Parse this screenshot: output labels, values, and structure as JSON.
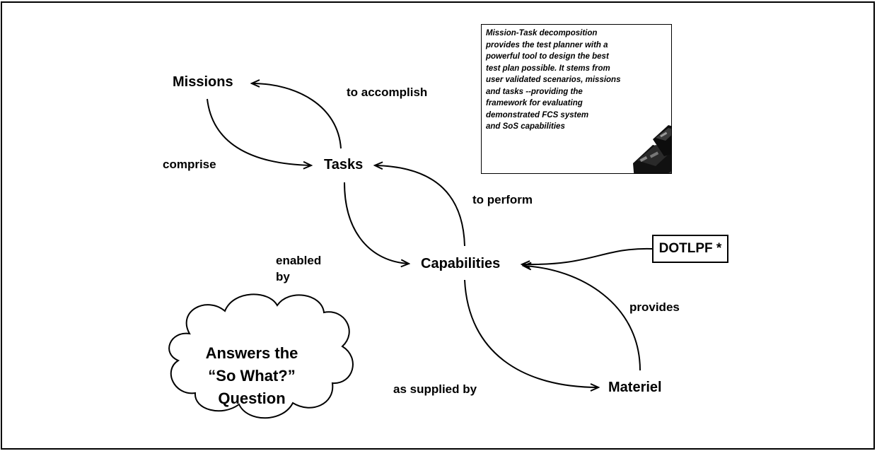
{
  "nodes": {
    "missions": "Missions",
    "tasks": "Tasks",
    "capabilities": "Capabilities",
    "materiel": "Materiel",
    "dotlpf": "DOTLPF *"
  },
  "edges": {
    "to_accomplish": "to accomplish",
    "comprise": "comprise",
    "to_perform": "to perform",
    "enabled_by_line1": "enabled",
    "enabled_by_line2": "by",
    "provides": "provides",
    "as_supplied_by": "as supplied by"
  },
  "callout": {
    "lines": [
      "Mission-Task decomposition",
      "provides the test planner with a",
      "powerful tool to design the best",
      "test plan possible.  It stems from",
      "user validated scenarios, missions",
      "and tasks --providing the",
      "framework for evaluating",
      "demonstrated FCS system",
      "and SoS capabilities"
    ]
  },
  "cloud": {
    "lines": [
      "Answers the",
      "“So What?”",
      "Question"
    ]
  }
}
